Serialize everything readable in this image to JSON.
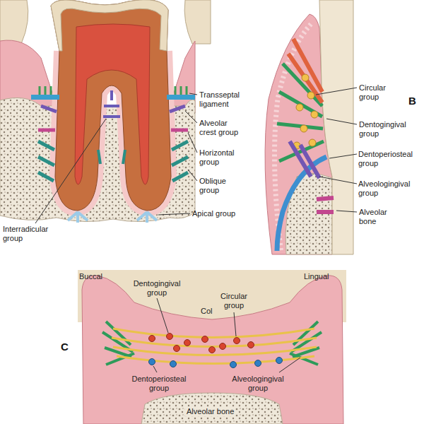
{
  "diagram": {
    "labels": [
      "Transseptal ligament",
      "Alveolar crest group",
      "Horizontal group",
      "Oblique group",
      "Interradicular group",
      "Apical group",
      "Circular group",
      "B",
      "Dentogingival group",
      "Dentoperiosteal group",
      "Alveologingival group",
      "Alveolar bone",
      "Buccal",
      "Lingual",
      "Dentogingival group",
      "Circular group",
      "Col",
      "C",
      "Dentoperiosteal group",
      "Alveologingival group",
      "Alveolar bone"
    ]
  }
}
